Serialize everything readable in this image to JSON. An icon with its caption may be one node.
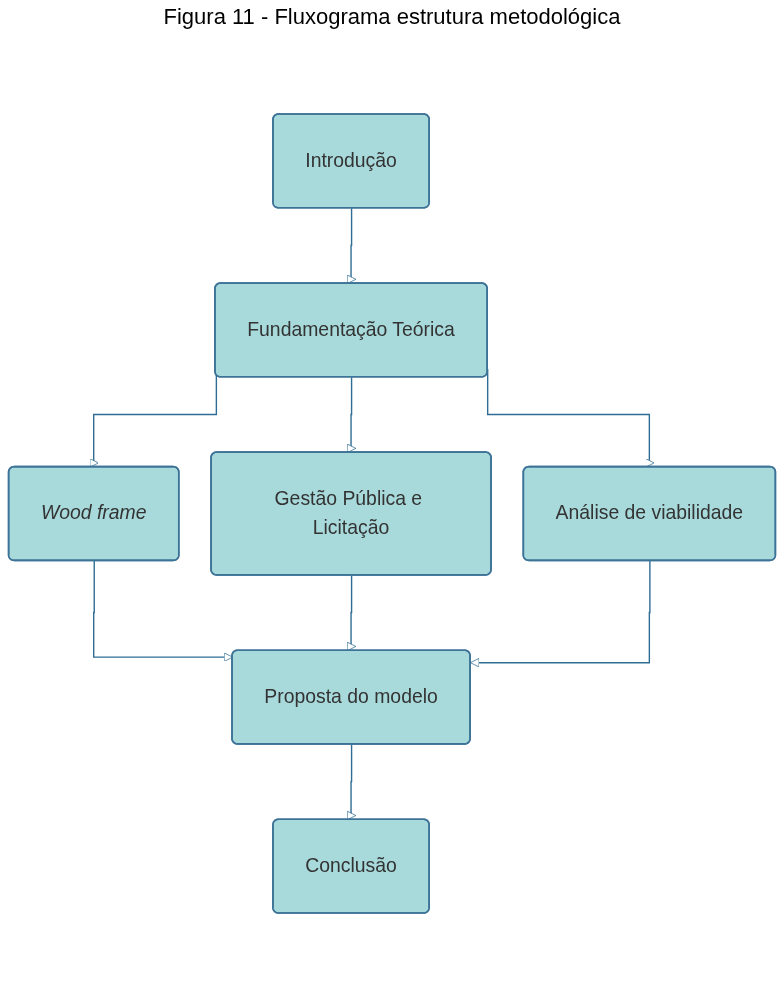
{
  "diagram": {
    "title": "Figura 11 - Fluxograma estrutura metodológica",
    "nodes": [
      {
        "text": [
          "Introdução"
        ]
      },
      {
        "text": [
          "Fundamentação Teórica"
        ]
      },
      {
        "text": [
          "Wood frame"
        ]
      },
      {
        "text": [
          "Gestão Pública e Licitação"
        ]
      },
      {
        "text": [
          "Análise de viabilidade"
        ]
      },
      {
        "text": [
          "Proposta do modelo"
        ]
      },
      {
        "text": [
          "Conclusão"
        ]
      }
    ],
    "edges": [
      {
        "from": 0,
        "to": 1,
        "arrow": "to"
      },
      {
        "from": 1,
        "to": 2,
        "arrow": "to"
      },
      {
        "from": 1,
        "to": 3,
        "arrow": "to"
      },
      {
        "from": 1,
        "to": 4,
        "arrow": "to"
      },
      {
        "from": 2,
        "to": 5,
        "arrow": "to"
      },
      {
        "from": 3,
        "to": 5,
        "arrow": "to"
      },
      {
        "from": 4,
        "to": 5,
        "arrow": "to"
      },
      {
        "from": 5,
        "to": 6,
        "arrow": "to"
      }
    ]
  }
}
